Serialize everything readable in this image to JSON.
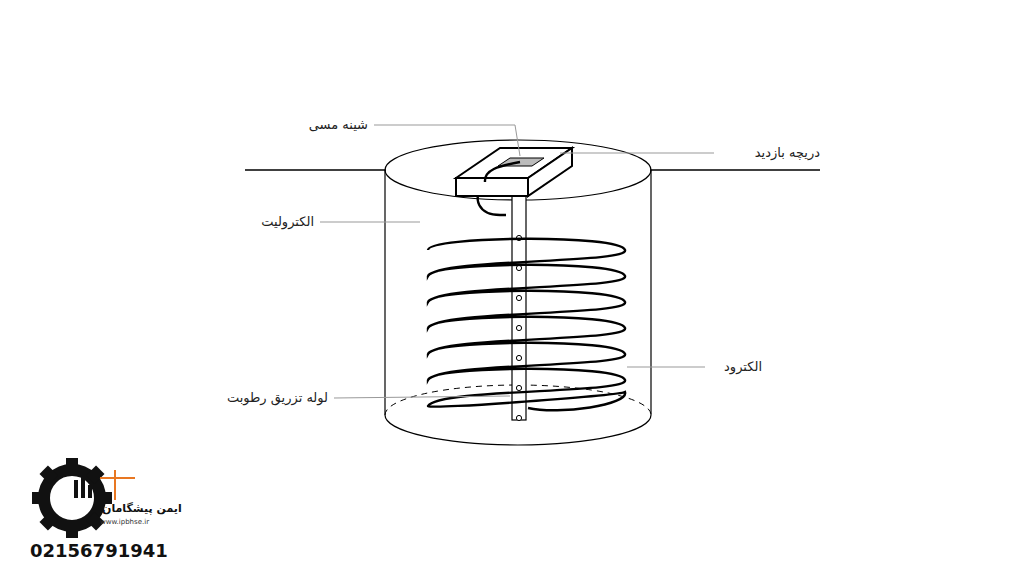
{
  "diagram": {
    "labels": [
      "شینه مسی",
      "دریچه بازدید",
      "الکترولیت",
      "الکترود",
      "لوله تزریق رطوبت",
      "ایمن پیشگامان",
      "www.ipbhse.ir",
      "02156791941"
    ]
  }
}
